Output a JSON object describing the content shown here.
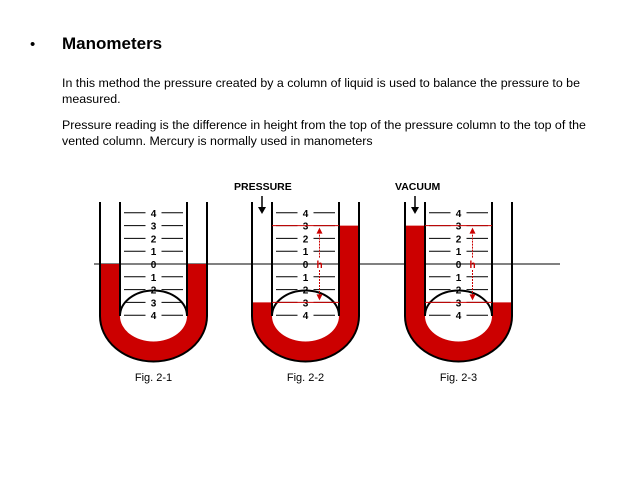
{
  "slide": {
    "bullet": "•",
    "heading": "Manometers",
    "paragraphs": [
      "In this method the pressure created by a column of liquid is used to balance the pressure to be measured.",
      "Pressure reading is the difference in height from the top of the pressure column to the top of the vented column. Mercury is normally used in manometers"
    ]
  },
  "figure": {
    "scale_labels": [
      "4",
      "3",
      "2",
      "1",
      "0",
      "1",
      "2",
      "3",
      "4"
    ],
    "height_symbol": "h",
    "manometers": [
      {
        "caption": "Fig. 2-1",
        "top_label": "",
        "left_level": 0,
        "right_level": 0
      },
      {
        "caption": "Fig. 2-2",
        "top_label": "PRESSURE",
        "left_level": -3,
        "right_level": 3
      },
      {
        "caption": "Fig. 2-3",
        "top_label": "VACUUM",
        "left_level": 3,
        "right_level": -3
      }
    ],
    "colors": {
      "liquid": "#cc0000",
      "tube": "#000000",
      "arrow": "#cc0000"
    }
  }
}
